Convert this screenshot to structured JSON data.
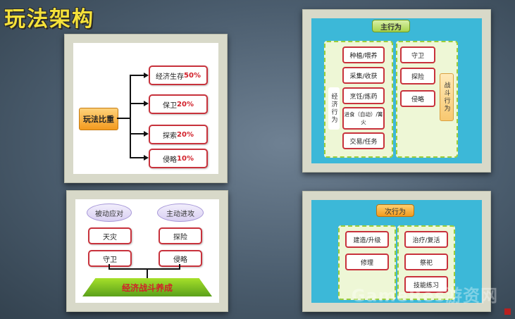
{
  "page_title": "玩法架构",
  "panel_tl": {
    "root": "玩法比重",
    "branches": [
      {
        "label": "经济生存",
        "pct": "50%"
      },
      {
        "label": "保卫",
        "pct": "20%"
      },
      {
        "label": "探索",
        "pct": "20%"
      },
      {
        "label": "侵略",
        "pct": "10%"
      }
    ]
  },
  "panel_tr": {
    "header": "主行为",
    "econ_items": [
      "种植/喂养",
      "采集/收获",
      "烹饪/炼药",
      "进食（自动）/篝火",
      "交易/任务"
    ],
    "econ_label": "经济行为",
    "combat_items": [
      "守卫",
      "探险",
      "侵略"
    ],
    "combat_label": "战斗行为"
  },
  "panel_bl": {
    "ovals": [
      "被动应对",
      "主动进攻"
    ],
    "boxes": [
      "天灾",
      "探险",
      "守卫",
      "侵略"
    ],
    "base": "经济战斗养成"
  },
  "panel_br": {
    "header": "次行为",
    "left": [
      "建造/升级",
      "修理"
    ],
    "right": [
      "治疗/复活",
      "祭祀",
      "技能练习"
    ]
  },
  "watermark": "GameRes游资网"
}
